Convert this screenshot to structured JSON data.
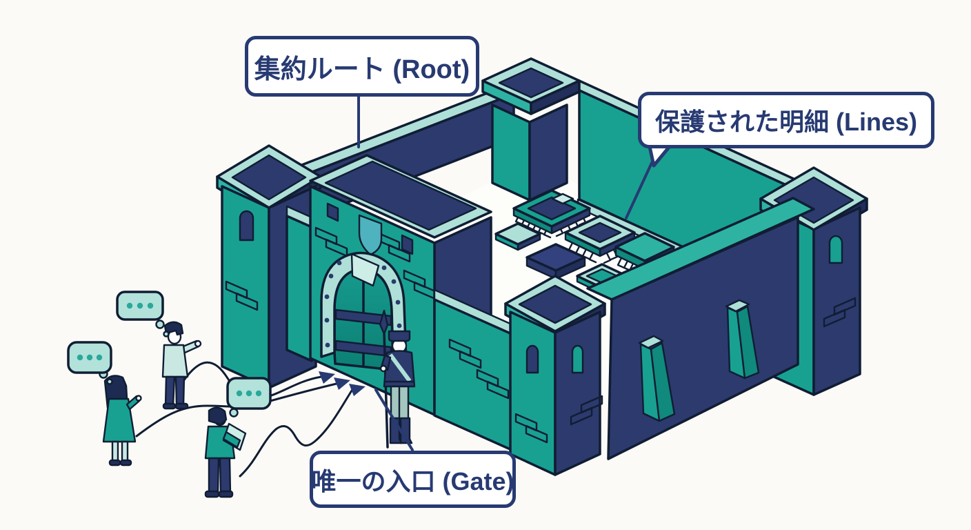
{
  "scene": {
    "callouts": {
      "root": "集約ルート (Root)",
      "lines": "保護された明細 (Lines)",
      "gate": "唯一の入口 (Gate)"
    },
    "icons": {
      "thought_bubble_dots": "•••",
      "path_arrow": "➤"
    },
    "colors": {
      "bg": "#fbfaf6",
      "floor": "#fdfdfa",
      "ink": "#101d33",
      "teal": "#18a191",
      "tealTop": "#2eb3a2",
      "tealDark": "#0f8a7d",
      "mint": "#aee0d8",
      "mintLight": "#cdeee7",
      "navy": "#2c3a6e",
      "navyDark": "#222f5a",
      "navyLight": "#33427e",
      "bubble": "#b2e2da",
      "dot": "#2aa89b",
      "label": "#273a72",
      "hair": "#1d2b52",
      "sweater": "#c9e8e1",
      "shield": "#4fb3bf",
      "guardTrousers": "#a3c6bf"
    }
  }
}
